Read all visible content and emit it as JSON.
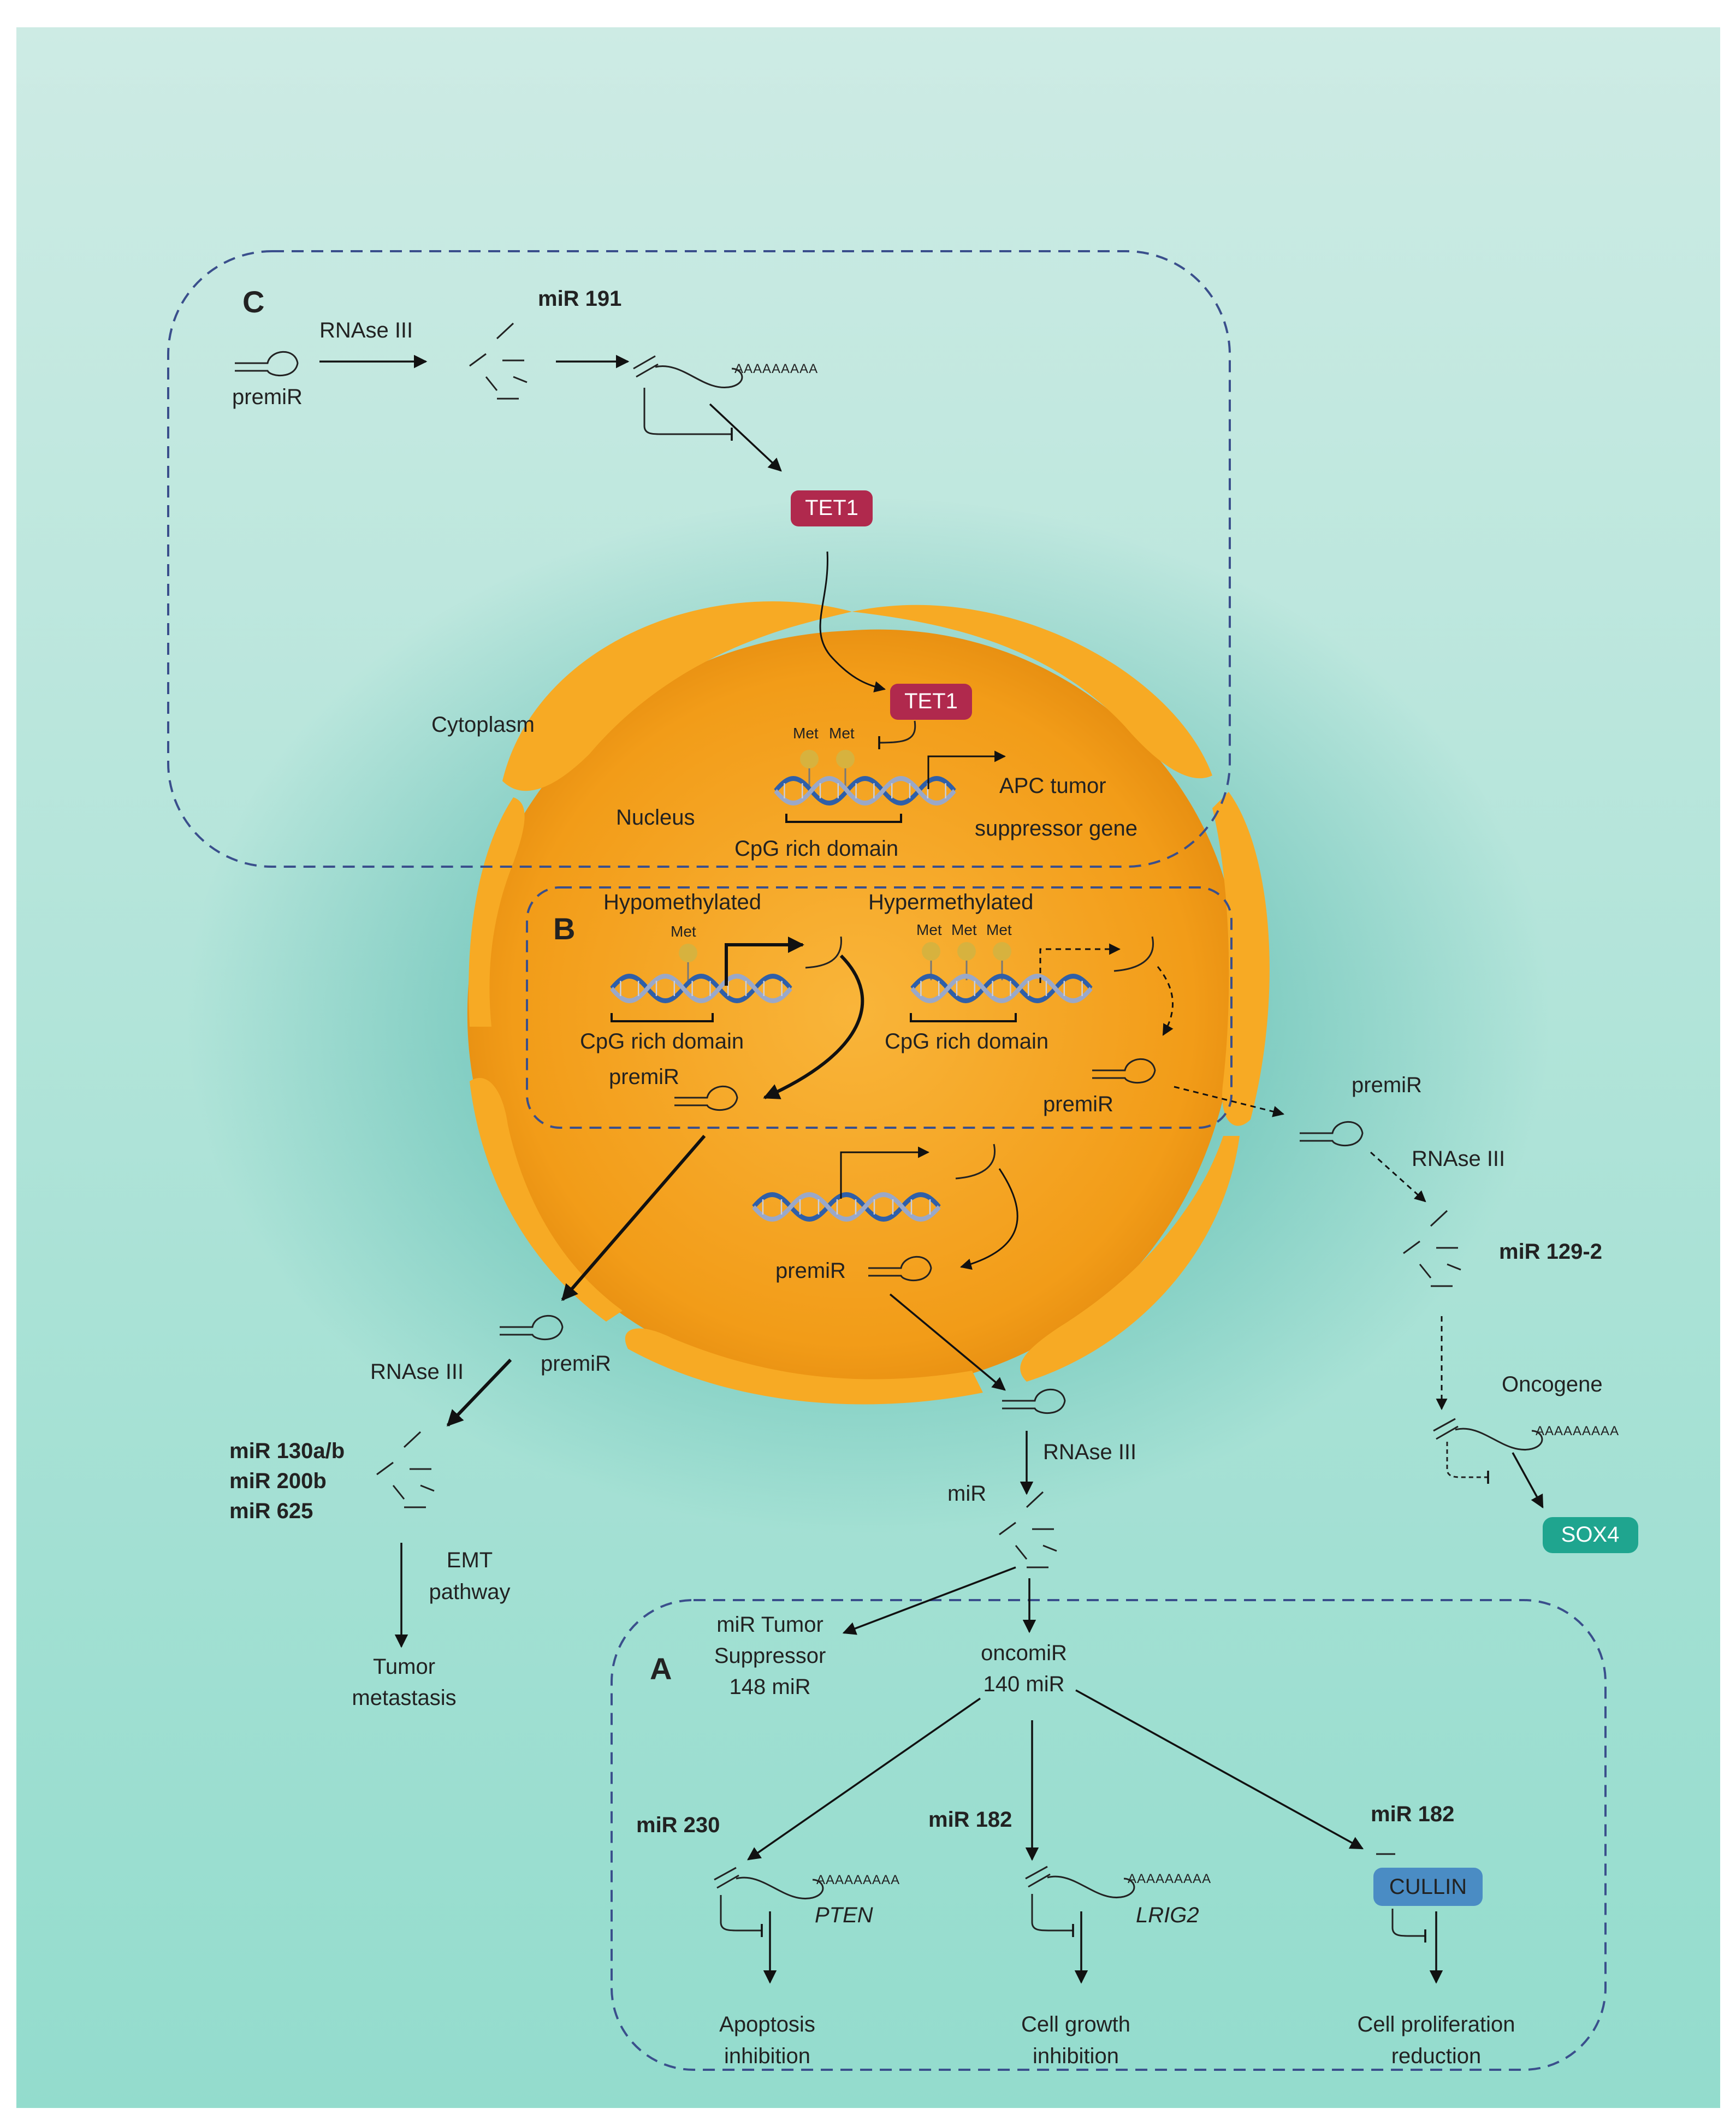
{
  "colors": {
    "background_top": "#cdebe4",
    "background_bottom": "#93dccd",
    "nucleus": "#f5a21a",
    "tet1": "#b0294d",
    "sox4": "#1fa58f",
    "cullin": "#4a8cc4",
    "dashed_border": "#3a4f8c",
    "met_bead": "#d7b23e"
  },
  "panel_labels": {
    "a": "A",
    "b": "B",
    "c": "C"
  },
  "icons": [
    "hairpin-rna-icon",
    "dna-helix-icon",
    "mrna-strand-icon",
    "cleaved-rna-icon",
    "methyl-group-icon"
  ],
  "labels": {
    "cytoplasm": "Cytoplasm",
    "nucleus": "Nucleus",
    "premir": "premiR",
    "rnase": "RNAse III",
    "polya": "AAAAAAAAA",
    "met": "Met",
    "cpg": "CpG rich domain",
    "mir": "miR"
  },
  "panel_c": {
    "mir191": "miR 191",
    "tet1": "TET1",
    "apc_line1": "APC tumor",
    "apc_line2": "suppressor gene"
  },
  "panel_b": {
    "hypo": "Hypomethylated",
    "hyper": "Hypermethylated",
    "mir1292": "miR 129-2",
    "oncogene": "Oncogene",
    "sox4": "SOX4"
  },
  "left_branch": {
    "mir_line1": "miR 130a/b",
    "mir_line2": "miR 200b",
    "mir_line3": "miR 625",
    "emt_line1": "EMT",
    "emt_line2": "pathway",
    "out_line1": "Tumor",
    "out_line2": "metastasis"
  },
  "panel_a": {
    "supp_line1": "miR Tumor",
    "supp_line2": "Suppressor",
    "supp_line3": "148 miR",
    "onco_line1": "oncomiR",
    "onco_line2": "140 miR",
    "mir230": "miR 230",
    "mir182a": "miR 182",
    "mir182b": "miR 182",
    "pten": "PTEN",
    "lrig2": "LRIG2",
    "cullin": "CULLIN",
    "out1_line1": "Apoptosis",
    "out1_line2": "inhibition",
    "out2_line1": "Cell growth",
    "out2_line2": "inhibition",
    "out3_line1": "Cell proliferation",
    "out3_line2": "reduction"
  }
}
